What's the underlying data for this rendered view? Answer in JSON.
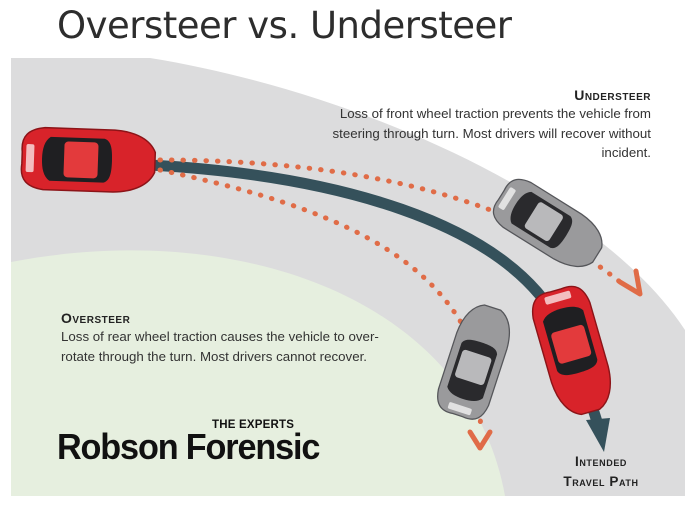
{
  "title": "Oversteer vs. Understeer",
  "understeer": {
    "heading": "Understeer",
    "body": "Loss of front wheel traction prevents the vehicle from steering through turn. Most drivers will recover without incident."
  },
  "oversteer": {
    "heading": "Oversteer",
    "body": "Loss of rear wheel traction causes the vehicle to over-rotate through the turn. Most drivers cannot recover."
  },
  "intended_path": {
    "line1": "Intended",
    "line2": "Travel Path"
  },
  "logo": {
    "tagline": "THE EXPERTS",
    "name": "Robson Forensic"
  },
  "colors": {
    "road": "#dcdcdd",
    "grass": "#e6efdf",
    "path_line": "#35515b",
    "dotted_path": "#e06c47",
    "car_red": "#d8232a",
    "car_gray": "#9a9a9c",
    "text": "#333333"
  }
}
